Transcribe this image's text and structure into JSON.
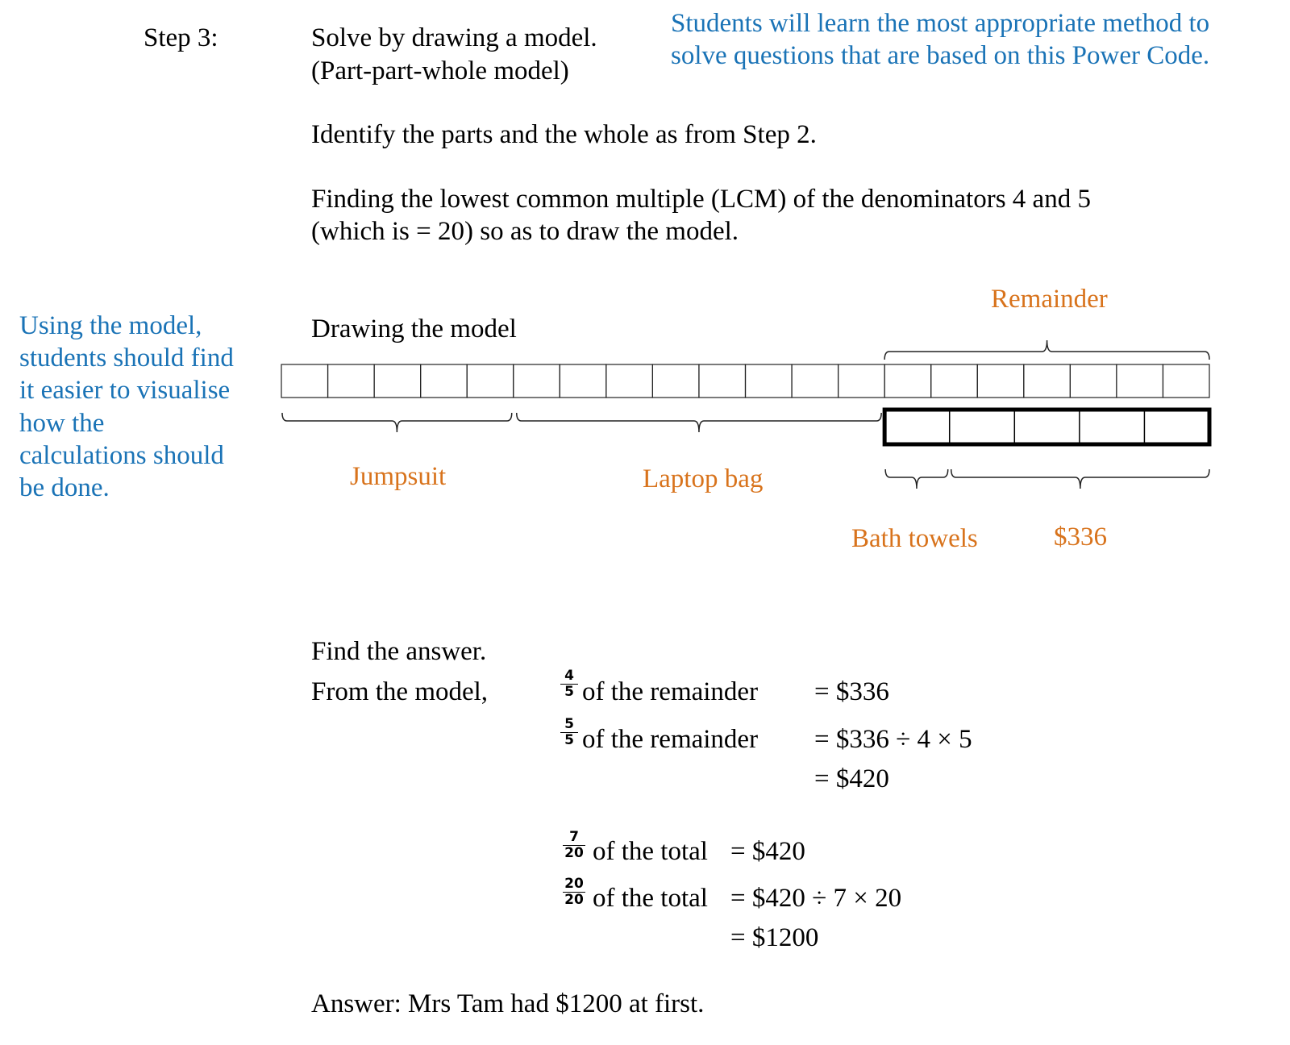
{
  "step": {
    "label": "Step 3:"
  },
  "title": {
    "line1": "Solve by drawing a model.",
    "line2": "(Part-part-whole model)"
  },
  "note_top": {
    "line1": "Students will learn the most appropriate method to",
    "line2": "solve questions that are based on this Power Code."
  },
  "identify": "Identify the parts and the whole as from Step 2.",
  "lcm": {
    "line1": "Finding the lowest common multiple (LCM) of the denominators 4 and 5",
    "line2": "(which is = 20) so as to draw the model."
  },
  "side_note": [
    "Using the model,",
    "students should find",
    "it easier to visualise",
    "how the",
    "calculations should",
    "be done."
  ],
  "model": {
    "heading": "Drawing the model",
    "total_units": 20,
    "remainder_units": 7,
    "remainder_sub_units": 5,
    "labels": {
      "remainder": "Remainder",
      "jumpsuit": "Jumpsuit",
      "laptop_bag": "Laptop bag",
      "bath_towels": "Bath towels",
      "amount": "$336"
    }
  },
  "answer_section": {
    "heading": "Find the answer.",
    "lead": "From the model,",
    "block1": [
      {
        "num": "4",
        "den": "5",
        "text": "of the remainder",
        "result": "= $336"
      },
      {
        "num": "5",
        "den": "5",
        "text": "of the remainder",
        "result": "= $336 ÷ 4 × 5"
      },
      {
        "result": "= $420"
      }
    ],
    "block2": [
      {
        "num": "7",
        "den": "20",
        "text": "of the total",
        "result": "= $420"
      },
      {
        "num": "20",
        "den": "20",
        "text": "of the total",
        "result": "= $420 ÷ 7 × 20"
      },
      {
        "result": "= $1200"
      }
    ],
    "answer": "Answer: Mrs Tam had $1200 at first."
  }
}
